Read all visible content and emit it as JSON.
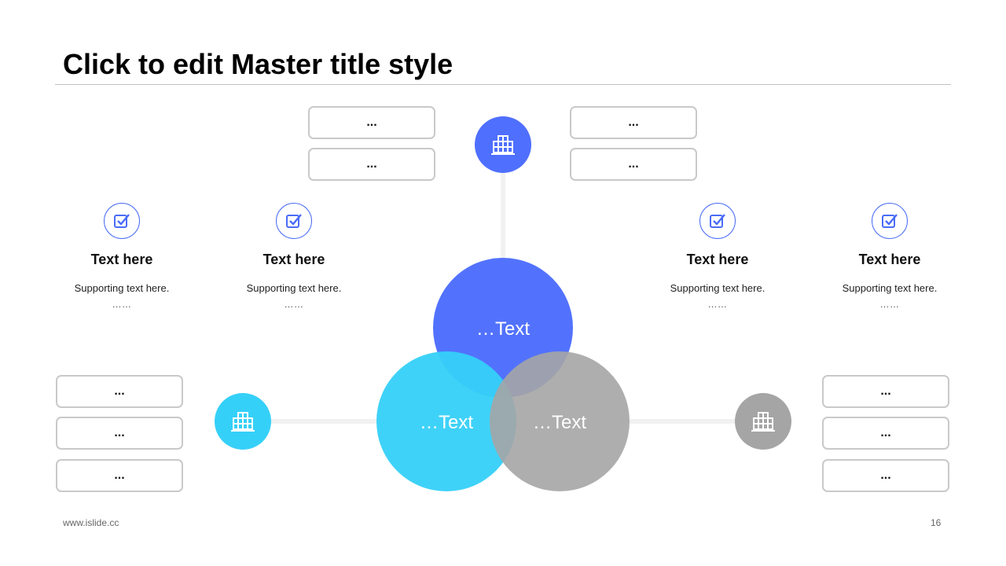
{
  "slide": {
    "title": "Click to edit Master title style",
    "footer_url": "www.islide.cc",
    "page_number": "16"
  },
  "colors": {
    "blue": "#4f6ffe",
    "cyan": "#35d0f8",
    "gray": "#a5a5a5",
    "box_border": "#c9c9c9",
    "connector": "#f1f1f1"
  },
  "venn": {
    "top_label": "…Text",
    "left_label": "…Text",
    "right_label": "…Text"
  },
  "top_boxes_left": [
    "...",
    "..."
  ],
  "top_boxes_right": [
    "...",
    "..."
  ],
  "left_boxes": [
    "...",
    "...",
    "..."
  ],
  "right_boxes": [
    "...",
    "...",
    "..."
  ],
  "hubs": {
    "top": {
      "icon": "building-icon",
      "color": "#4f6ffe"
    },
    "left": {
      "icon": "building-icon",
      "color": "#35d0f8"
    },
    "right": {
      "icon": "building-icon",
      "color": "#a5a5a5"
    }
  },
  "features": [
    {
      "icon": "checkbox-icon",
      "title": "Text here",
      "text": "Supporting  text here.",
      "dots": "……"
    },
    {
      "icon": "checkbox-icon",
      "title": "Text here",
      "text": "Supporting  text here.",
      "dots": "……"
    },
    {
      "icon": "checkbox-icon",
      "title": "Text here",
      "text": "Supporting  text here.",
      "dots": "……"
    },
    {
      "icon": "checkbox-icon",
      "title": "Text here",
      "text": "Supporting  text here.",
      "dots": "……"
    }
  ]
}
